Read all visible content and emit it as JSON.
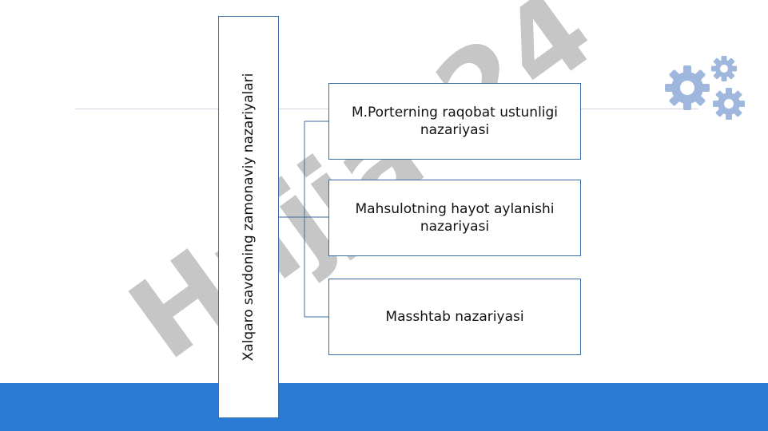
{
  "diagram": {
    "root": {
      "label": "Xalqaro savdoning zamonaviy nazariyalari"
    },
    "children": [
      {
        "label": "M.Porterning raqobat ustunligi nazariyasi"
      },
      {
        "label": "Mahsulotning hayot aylanishi nazariyasi"
      },
      {
        "label": "Masshtab nazariyasi"
      }
    ]
  },
  "watermark": {
    "text": "Hujjat24",
    "colors": {
      "word": "#bdbdbd",
      "number": "#d9c7f5"
    }
  },
  "colors": {
    "band": "#2b7bd6",
    "box_border": "#3a6ea5",
    "connector": "#3a6ea5",
    "gears": "#9fb7dc"
  },
  "icons": {
    "decoration": "gears-icon"
  }
}
